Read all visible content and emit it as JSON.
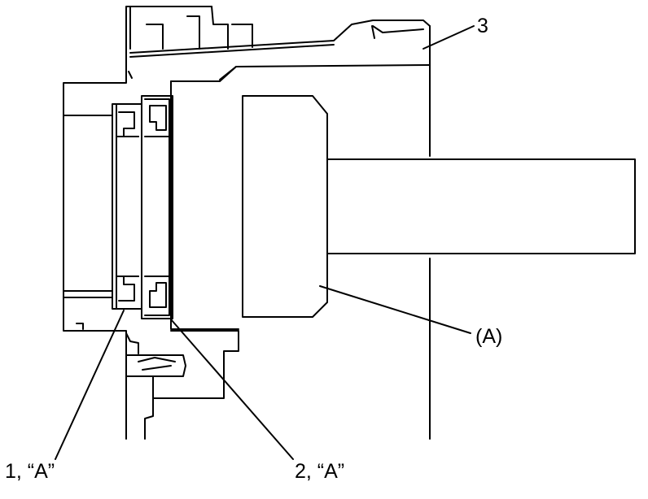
{
  "labels": {
    "part_3": "3",
    "tool_a": "(A)",
    "part_1": "1, “A”",
    "part_2": "2, “A”"
  },
  "colors": {
    "stroke": "#000000",
    "background": "#ffffff"
  }
}
